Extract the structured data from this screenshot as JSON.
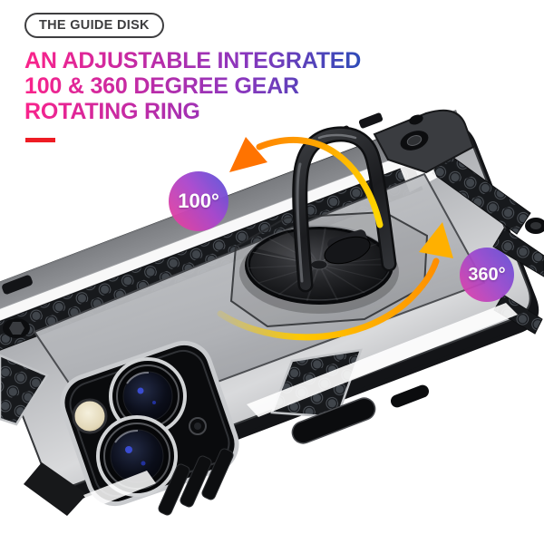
{
  "header": {
    "badge_label": "THE GUIDE DISK",
    "title_lines": [
      "AN ADJUSTABLE INTEGRATED",
      "100 & 360 DEGREE GEAR",
      "ROTATING RING"
    ],
    "title_gradient": {
      "start": "#f9238b",
      "mid": "#8c36bd",
      "end": "#2b4cb8"
    },
    "underline_color": "#ee1c24"
  },
  "callouts": {
    "angle_100": {
      "label": "100°",
      "gradient_start": "#e6429f",
      "gradient_end": "#5b55da"
    },
    "angle_360": {
      "label": "360°",
      "gradient_start": "#dd41ad",
      "gradient_end": "#6450d6"
    }
  },
  "artwork": {
    "subject": "silver armor phone case with rotating ring kickstand",
    "arrow_color_start": "#ffd400",
    "arrow_color_end": "#ff8200",
    "case_silver": "#b0b2b6",
    "mesh_dark": "#17191c",
    "rim_black": "#131417"
  }
}
